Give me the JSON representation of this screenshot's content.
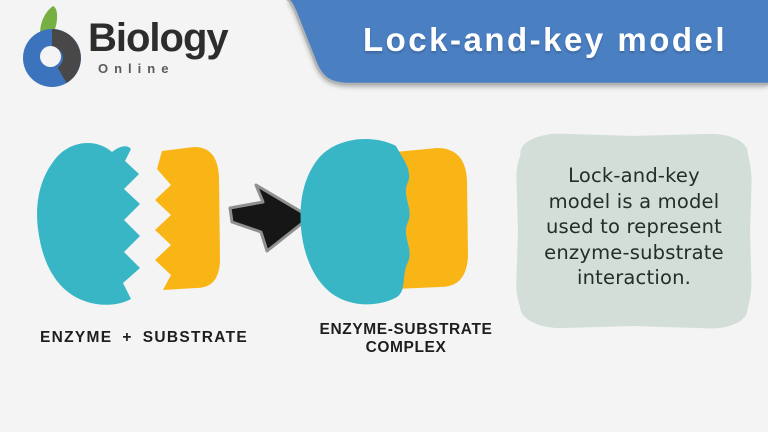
{
  "logo": {
    "brand": "Biology",
    "subtitle": "Online"
  },
  "banner": {
    "title": "Lock-and-key model",
    "bg_color": "#4a7fc2",
    "border_color": "#b3b3b3",
    "text_color": "#ffffff"
  },
  "diagram": {
    "enzyme_color": "#38b6c6",
    "substrate_color": "#f9b515",
    "arrow_fill": "#161616",
    "arrow_outline": "#8f8f8f",
    "labels": {
      "left_enzyme": "ENZYME",
      "left_plus": "+",
      "left_substrate": "SUBSTRATE",
      "right_line1": "ENZYME-SUBSTRATE",
      "right_line2": "COMPLEX"
    }
  },
  "note": {
    "bg_color": "#d3ded8",
    "lines": [
      "Lock-and-key",
      "model is a model",
      "used to represent",
      "enzyme-substrate",
      "interaction."
    ]
  }
}
